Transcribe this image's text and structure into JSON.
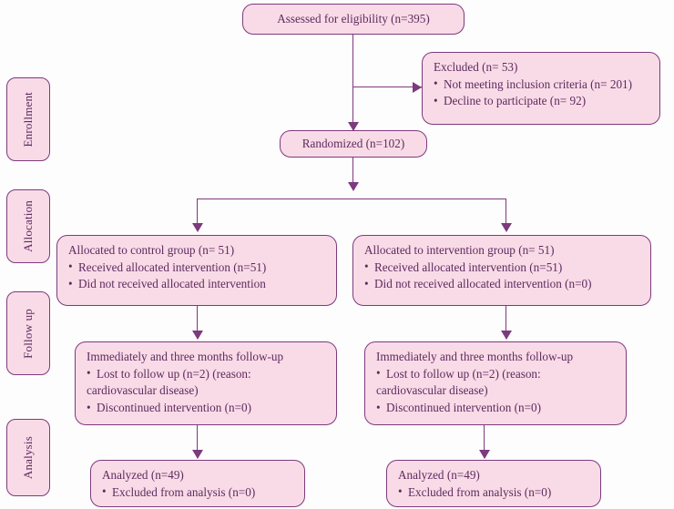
{
  "diagram": {
    "type": "consort-flow-diagram",
    "colors": {
      "box_fill": "#f9dbe8",
      "box_border": "#7d3a7d",
      "text": "#5e2a5c",
      "connector": "#7d3a7d",
      "background": "#fdfdfd"
    }
  },
  "stage_labels": [
    {
      "label": "Enrollment"
    },
    {
      "label": "Allocation"
    },
    {
      "label": "Follow up"
    },
    {
      "label": "Analysis"
    }
  ],
  "nodes": {
    "assessed": {
      "title": "Assessed for eligibility (n=395)"
    },
    "excluded": {
      "title": "Excluded (n= 53)",
      "items": [
        "Not meeting inclusion criteria (n= 201)",
        "Decline to participate (n= 92)"
      ]
    },
    "randomized": {
      "title": "Randomized (n=102)"
    },
    "alloc_control": {
      "title": "Allocated to control group (n= 51)",
      "items": [
        "Received allocated intervention (n=51)",
        "Did not received allocated intervention"
      ]
    },
    "alloc_intervention": {
      "title": "Allocated to intervention group (n= 51)",
      "items": [
        "Received allocated intervention (n=51)",
        "Did not received allocated intervention (n=0)"
      ]
    },
    "followup_control": {
      "title": "Immediately and three months follow-up",
      "items": [
        "Lost to follow up (n=2) (reason:",
        "cardiovascular disease)",
        "Discontinued intervention (n=0)"
      ]
    },
    "followup_intervention": {
      "title": "Immediately and three months follow-up",
      "items": [
        "Lost to follow up (n=2) (reason:",
        "cardiovascular disease)",
        "Discontinued intervention (n=0)"
      ]
    },
    "analyzed_control": {
      "title": "Analyzed (n=49)",
      "items": [
        "Excluded from analysis (n=0)"
      ]
    },
    "analyzed_intervention": {
      "title": "Analyzed (n=49)",
      "items": [
        "Excluded from analysis (n=0)"
      ]
    }
  }
}
